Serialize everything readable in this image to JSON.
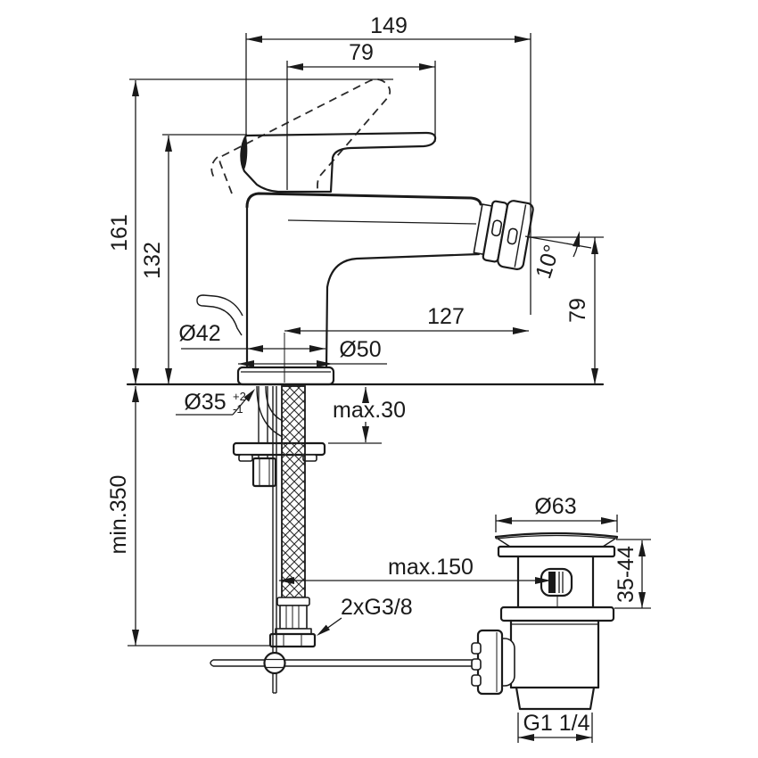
{
  "drawing": {
    "product": "bidet single-lever mixer with pop-up waste - dimensional drawing",
    "background": "#ffffff",
    "line_color": "#1a1a1a",
    "dimensions": {
      "total_width": "149",
      "lever_length": "79",
      "total_height": "161",
      "body_height": "132",
      "spout_reach": "127",
      "spout_height": "79",
      "spray_angle": "10°",
      "body_diameter": "Ø42",
      "base_diameter": "Ø50",
      "hole_diameter": "Ø35",
      "hole_tolerance_plus": "+2",
      "hole_tolerance_minus": "-1",
      "max_deck_thickness": "max.30",
      "min_clearance_below": "min.350",
      "max_rod_distance": "max.150",
      "hose_connection": "2xG3/8",
      "waste_flange_diameter": "Ø63",
      "waste_height_range": "35-44",
      "waste_thread": "G1 1/4"
    }
  }
}
